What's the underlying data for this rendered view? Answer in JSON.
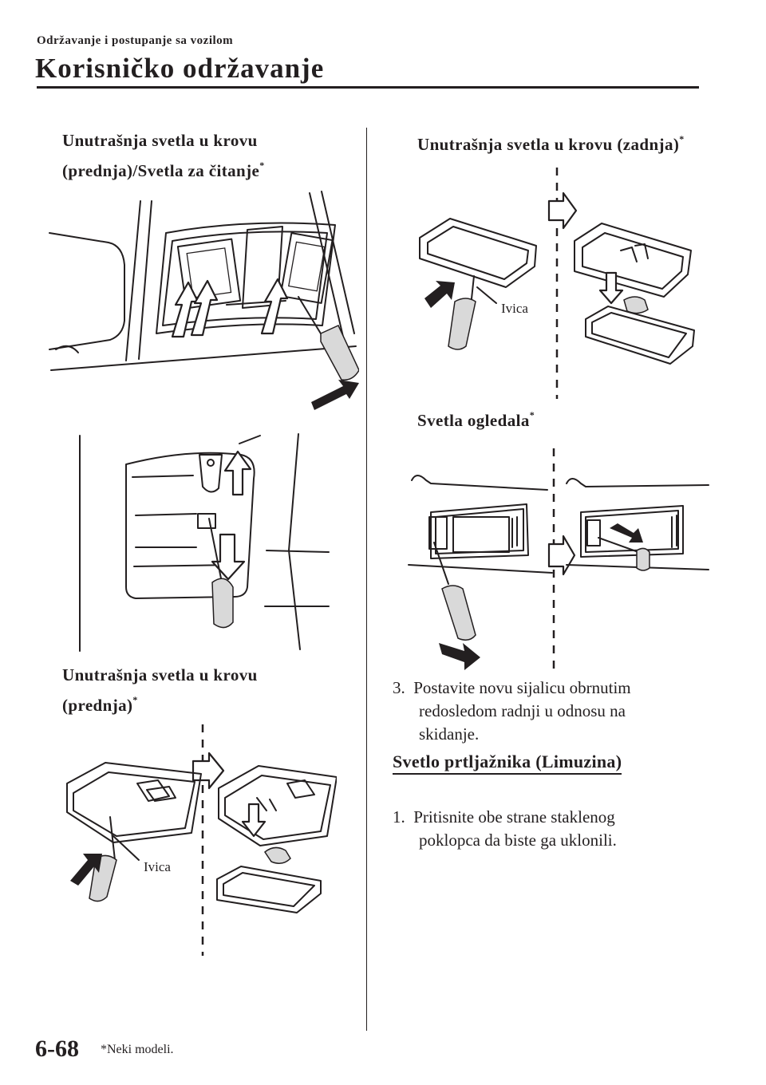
{
  "header": {
    "section": "Održavanje i postupanje sa vozilom",
    "title": "Korisničko održavanje"
  },
  "left": {
    "caption_reading": [
      "Unutrašnja svetla u krovu",
      "(prednja)/Svetla za čitanje"
    ],
    "caption_front": [
      "Unutrašnja svetla u krovu",
      "(prednja)"
    ],
    "label_edge": "Ivica"
  },
  "right": {
    "caption_rear": "Unutrašnja svetla u krovu (zadnja)",
    "label_edge": "Ivica",
    "caption_mirror": "Svetla ogledala",
    "step3_num": "3.",
    "step3_text": [
      "Postavite novu sijalicu obrnutim",
      "redosledom radnji u odnosu na",
      "skidanje."
    ],
    "subheading": "Svetlo prtljažnika (Limuzina)",
    "step1_num": "1.",
    "step1_text": [
      "Pritisnite obe strane staklenog",
      "poklopca da biste ga uklonili."
    ]
  },
  "asterisk": "*",
  "footer": {
    "page_number": "6-68",
    "footnote": "*Neki modeli."
  }
}
